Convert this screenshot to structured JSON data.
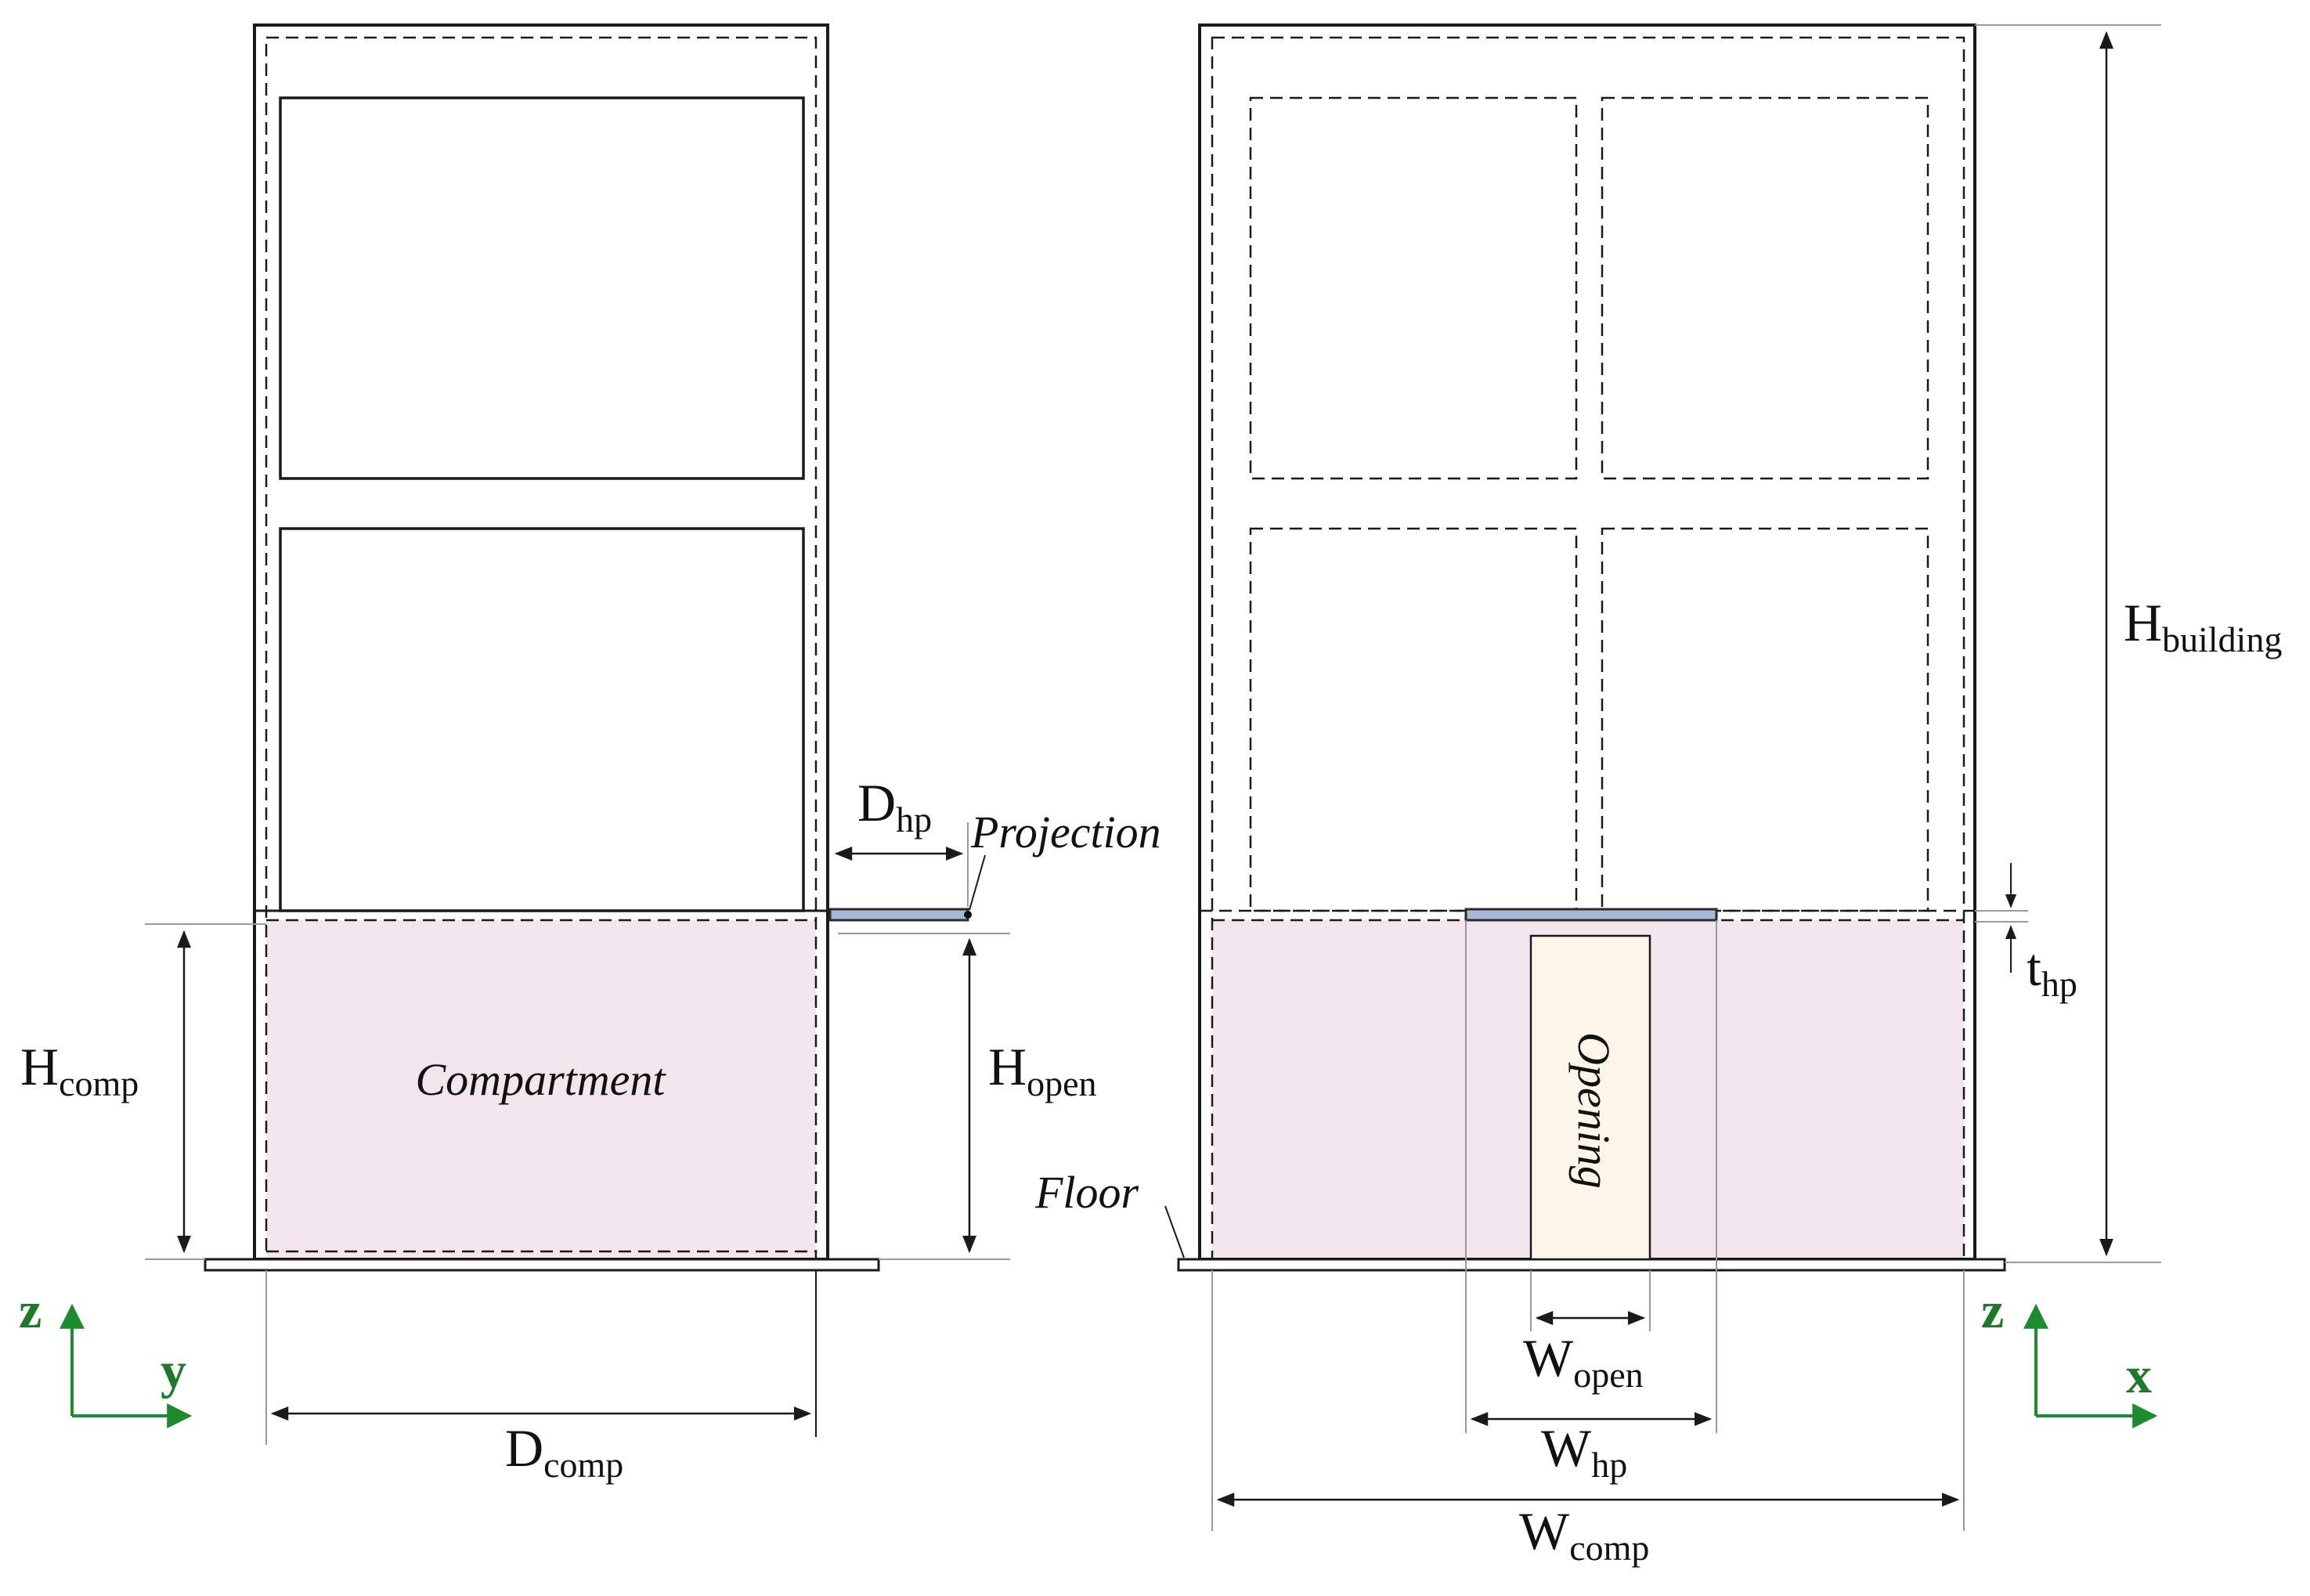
{
  "labels": {
    "compartment": "Compartment",
    "opening": "Opening",
    "projection": "Projection",
    "floor": "Floor"
  },
  "dimensions": {
    "H_comp": {
      "main": "H",
      "sub": "comp"
    },
    "H_open": {
      "main": "H",
      "sub": "open"
    },
    "D_hp": {
      "main": "D",
      "sub": "hp"
    },
    "D_comp": {
      "main": "D",
      "sub": "comp"
    },
    "H_building": {
      "main": "H",
      "sub": "building"
    },
    "t_hp": {
      "main": "t",
      "sub": "hp"
    },
    "W_open": {
      "main": "W",
      "sub": "open"
    },
    "W_hp": {
      "main": "W",
      "sub": "hp"
    },
    "W_comp": {
      "main": "W",
      "sub": "comp"
    }
  },
  "axes": {
    "left": {
      "vertical": "z",
      "horizontal": "y"
    },
    "right": {
      "vertical": "z",
      "horizontal": "x"
    }
  },
  "colors": {
    "compartment_fill": "#f3e6ec",
    "projection_fill": "#a9b7d6",
    "opening_fill": "#fdf6e8",
    "axis_color": "#1c8c2e"
  }
}
